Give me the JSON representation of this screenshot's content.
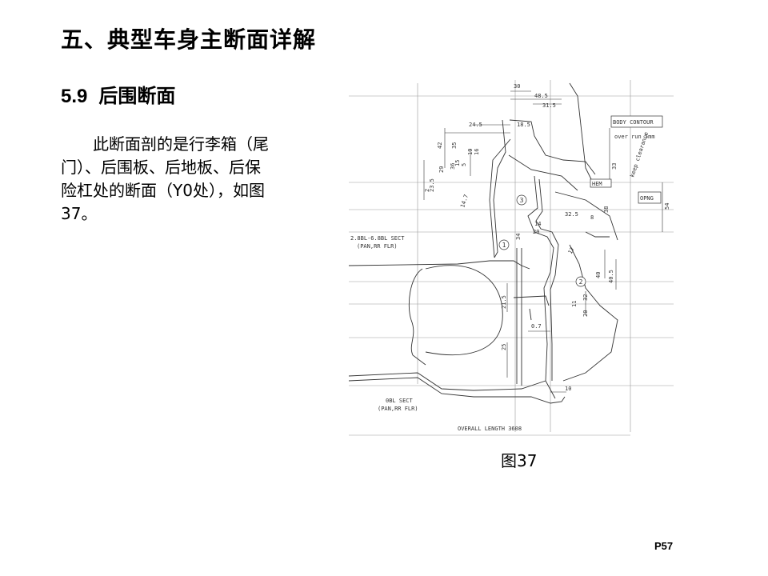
{
  "slide": {
    "title": "五、典型车身主断面详解",
    "section_number": "5.9",
    "section_title": "后围断面",
    "body": "此断面剖的是行李箱（尾门）、后围板、后地板、后保险杠处的断面（Y0处），如图37。",
    "caption": "图37",
    "page_number": "P57"
  },
  "drawing": {
    "labels": {
      "body_contour": "BODY CONTOUR",
      "overrun": "over run 5mm",
      "keep_clearance": "keep clearance",
      "hem": "HEM",
      "opng": "OPNG",
      "sect_upper_1": "2.8BL-6.8BL SECT",
      "sect_upper_2": "(PAN,RR FLR)",
      "sect_lower_1": "0BL SECT",
      "sect_lower_2": "(PAN,RR FLR)",
      "overall_length": "OVERALL LENGTH 3608"
    },
    "dims": {
      "d30": "30",
      "d48_5": "48.5",
      "d31_5": "31.5",
      "d24_5": "24.5",
      "d18_5": "18.5",
      "d42": "42",
      "d35": "35",
      "d19": "19",
      "d16": "16",
      "d15": "15",
      "d5": "5",
      "d36": "36",
      "d29": "29",
      "d23_5": "23.5",
      "d2": "2",
      "d14_7": "14.7",
      "d33": "33",
      "d38": "38",
      "d54": "54",
      "d32_5": "32.5",
      "d14": "14",
      "d20": "20",
      "d34": "34",
      "d17": "17",
      "d40": "40",
      "d40_5": "40.5",
      "d21_5": "21.5",
      "d0_7": "0.7",
      "d25": "25",
      "d10": "10",
      "d11": "11",
      "d32": "32",
      "d20b": "20",
      "d8": "8"
    },
    "callouts": [
      "1",
      "2",
      "3"
    ]
  }
}
